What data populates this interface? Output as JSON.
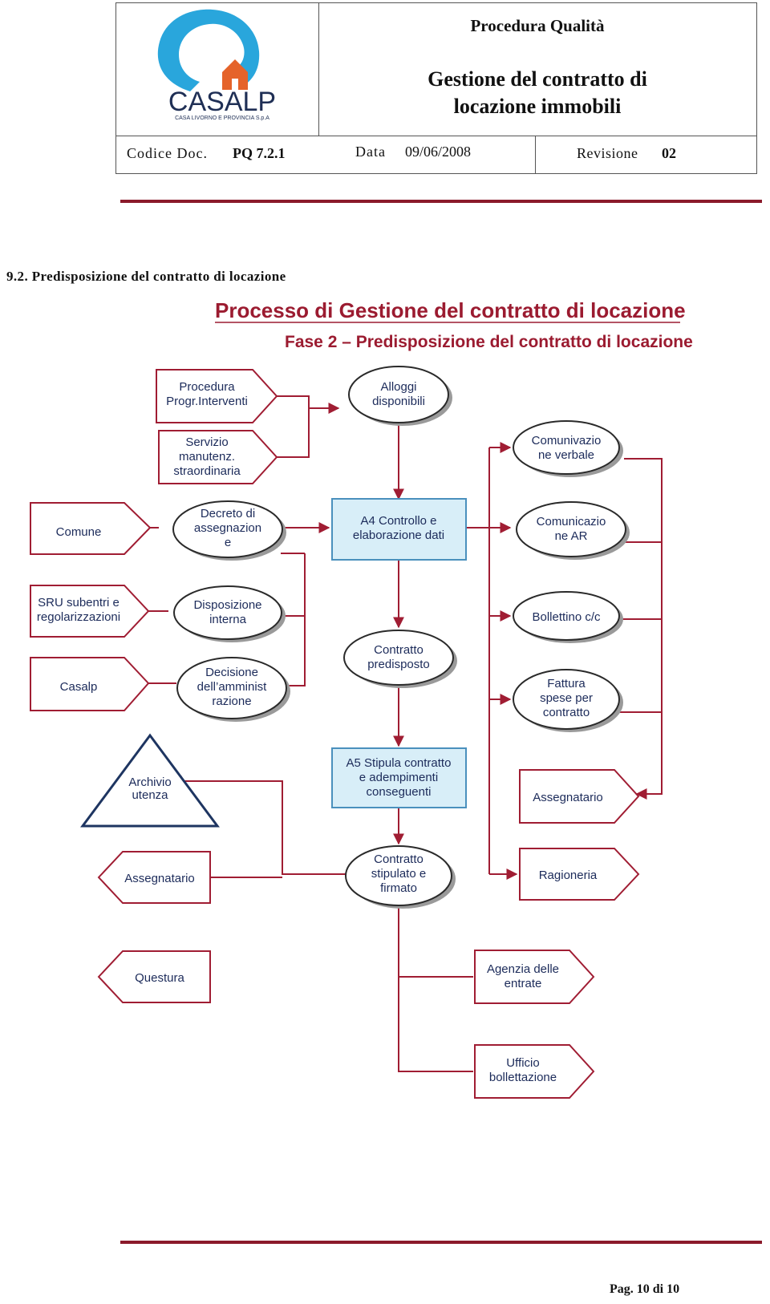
{
  "header": {
    "logo_name": "CASALP",
    "logo_subtitle": "CASA LIVORNO E PROVINCIA S.p.A",
    "procedure_type": "Procedura Qualità",
    "document_title_line1": "Gestione del contratto di",
    "document_title_line2": "locazione immobili",
    "code_label": "Codice Doc.",
    "code_value": "PQ 7.2.1",
    "date_label": "Data",
    "date_value": "09/06/2008",
    "revision_label": "Revisione",
    "revision_value": "02",
    "brand_colors": {
      "blue": "#29a6dc",
      "orange": "#e5632a",
      "accent": "#8b1a2b"
    }
  },
  "section_heading": "9.2. Predisposizione del contratto di locazione",
  "diagram": {
    "title": "Processo di  Gestione del contratto di locazione",
    "subtitle": "Fase 2 – Predisposizione del contratto di locazione",
    "nodes": {
      "procedura_progr": [
        "Procedura",
        "Progr.Interventi"
      ],
      "servizio_manutenz": [
        "Servizio",
        "manutenz.",
        "straordinaria"
      ],
      "alloggi": [
        "Alloggi",
        "disponibili"
      ],
      "comunicazione_verbale": [
        "Comunivazio",
        "ne verbale"
      ],
      "comune": [
        "Comune"
      ],
      "decreto": [
        "Decreto di",
        "assegnazion",
        "e"
      ],
      "a4": [
        "A4 Controllo e",
        "elaborazione dati"
      ],
      "comunicazione_ar": [
        "Comunicazio",
        "ne AR"
      ],
      "sru": [
        "SRU subentri e",
        "regolarizzazioni"
      ],
      "disposizione": [
        "Disposizione",
        "interna"
      ],
      "bollettino": [
        "Bollettino c/c"
      ],
      "casalp": [
        "Casalp"
      ],
      "decisione": [
        "Decisione",
        "dell’amminist",
        "razione"
      ],
      "contratto_predisposto": [
        "Contratto",
        "predisposto"
      ],
      "fattura": [
        "Fattura",
        "spese per",
        "contratto"
      ],
      "archivio": [
        "Archivio",
        "utenza"
      ],
      "a5": [
        "A5 Stipula contratto",
        "e adempimenti",
        "conseguenti"
      ],
      "assegnatario_right": [
        "Assegnatario"
      ],
      "assegnatario_left": [
        "Assegnatario"
      ],
      "contratto_stipulato": [
        "Contratto",
        "stipulato e",
        "firmato"
      ],
      "ragioneria": [
        "Ragioneria"
      ],
      "questura": [
        "Questura"
      ],
      "agenzia": [
        "Agenzia delle",
        "entrate"
      ],
      "ufficio": [
        "Ufficio",
        "bollettazione"
      ]
    }
  },
  "footer": {
    "page_label": "Pag. 10 di 10"
  }
}
